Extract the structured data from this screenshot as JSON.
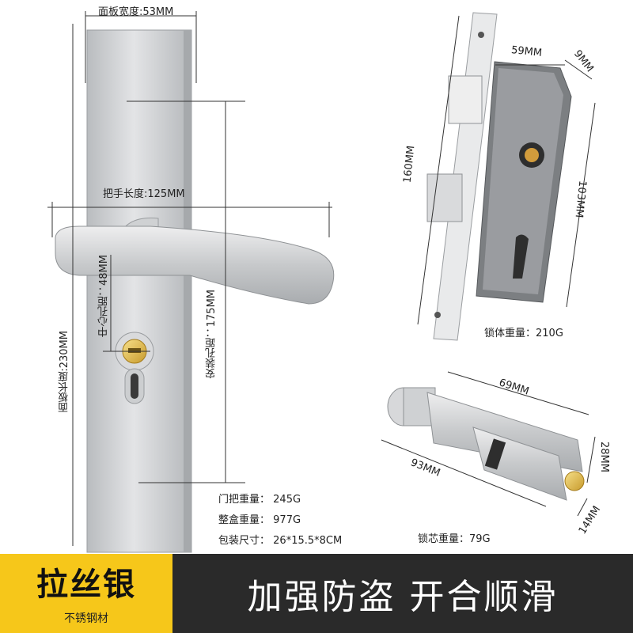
{
  "dimensions": {
    "panel_width": "面板宽度:53MM",
    "handle_length": "把手长度:125MM",
    "center_hole": "中心孔距：48MM",
    "install_hole": "安装孔距：175MM",
    "panel_length": "面板长度:230MM",
    "lockbody_width": "59MM",
    "lockbody_depth": "9MM",
    "lockbody_height": "160MM",
    "lockbody_inner": "103MM",
    "cylinder_half": "69MM",
    "cylinder_length": "93MM",
    "cylinder_height": "28MM",
    "cylinder_width": "14MM"
  },
  "weights": {
    "lockbody": "锁体重量：210G",
    "cylinder": "锁芯重量：79G",
    "handle_label": "门把重量：",
    "handle_value": "245G",
    "box_label": "整盒重量：",
    "box_value": "977G",
    "pack_label": "包装尺寸：",
    "pack_value": "26*15.5*8CM"
  },
  "banner": {
    "title": "拉丝银",
    "subtitle": "不锈钢材",
    "slogan": "加强防盗 开合顺滑"
  },
  "colors": {
    "banner_left": "#f6c71a",
    "banner_right": "#2a2a2a",
    "steel": "#c9cbcd"
  }
}
